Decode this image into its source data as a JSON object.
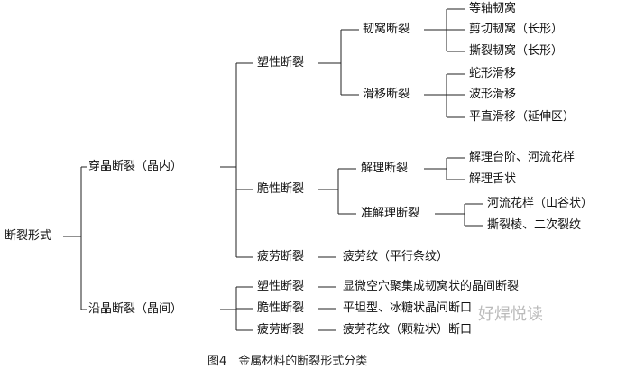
{
  "root": "断裂形式",
  "transgranular": {
    "label": "穿晶断裂（晶内）",
    "ductile": {
      "label": "塑性断裂",
      "dimple": {
        "label": "韧窝断裂",
        "items": [
          "等轴韧窝",
          "剪切韧窝（长形）",
          "撕裂韧窝（长形）"
        ]
      },
      "slip": {
        "label": "滑移断裂",
        "items": [
          "蛇形滑移",
          "波形滑移",
          "平直滑移（延伸区）"
        ]
      }
    },
    "brittle": {
      "label": "脆性断裂",
      "cleavage": {
        "label": "解理断裂",
        "items": [
          "解理台阶、河流花样",
          "解理舌状"
        ]
      },
      "quasi": {
        "label": "准解理断裂",
        "items": [
          "河流花样（山谷状）",
          "撕裂棱、二次裂纹"
        ]
      }
    },
    "fatigue": {
      "label": "疲劳断裂",
      "result": "疲劳纹（平行条纹）"
    }
  },
  "intergranular": {
    "label": "沿晶断裂（晶间）",
    "items": [
      {
        "label": "塑性断裂",
        "result": "显微空穴聚集成韧窝状的晶间断裂"
      },
      {
        "label": "脆性断裂",
        "result": "平坦型、冰糖状晶间断口"
      },
      {
        "label": "疲劳断裂",
        "result": "疲劳花纹（颗粒状）断口"
      }
    ]
  },
  "caption": "图4　金属材料的断裂形式分类",
  "watermark": "好焊悦读"
}
